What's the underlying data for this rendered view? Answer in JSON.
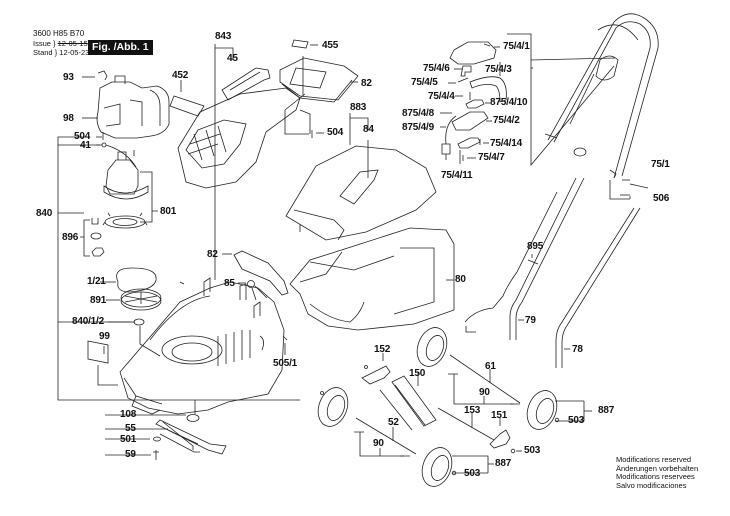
{
  "header": {
    "part_number": "3600 H85 B70",
    "issue_label": "Issue",
    "stand_label": "Stand",
    "issue_date_struck": "12-05-15",
    "stand_date": "12-05-23",
    "figure_badge": "Fig. /Abb. 1"
  },
  "notice": {
    "lines": [
      "Modifications reserved",
      "Änderungen vorbehalten",
      "Modifications reservees",
      "Salvo modificaciones"
    ]
  },
  "labels": {
    "p93": "93",
    "p98": "98",
    "p452": "452",
    "p843": "843",
    "p45": "45",
    "p455": "455",
    "p82_top": "82",
    "p504_left": "504",
    "p41": "41",
    "p840": "840",
    "p801": "801",
    "p896": "896",
    "p504_mid": "504",
    "p883": "883",
    "p84": "84",
    "p75_4_1": "75/4/1",
    "p75_4_6": "75/4/6",
    "p75_4_3": "75/4/3",
    "p75_4_5": "75/4/5",
    "p75_4_4": "75/4/4",
    "p875_4_10": "875/4/10",
    "p875_4_8": "875/4/8",
    "p75_4_2": "75/4/2",
    "p875_4_9": "875/4/9",
    "p75_4_14": "75/4/14",
    "p75_4_7": "75/4/7",
    "p75_4_11": "75/4/11",
    "p75_1": "75/1",
    "p506": "506",
    "p1_21": "1/21",
    "p891": "891",
    "p840_1_2": "840/1/2",
    "p99": "99",
    "p82_mid": "82",
    "p85": "85",
    "p80": "80",
    "p895": "895",
    "p79": "79",
    "p78": "78",
    "p505_1": "505/1",
    "p152": "152",
    "p150": "150",
    "p61": "61",
    "p90_right": "90",
    "p887_right": "887",
    "p503_right": "503",
    "p153": "153",
    "p151": "151",
    "p503_mid": "503",
    "p52": "52",
    "p90_left": "90",
    "p887_bottom": "887",
    "p503_bottom": "503",
    "p108": "108",
    "p55": "55",
    "p501": "501",
    "p59": "59"
  }
}
